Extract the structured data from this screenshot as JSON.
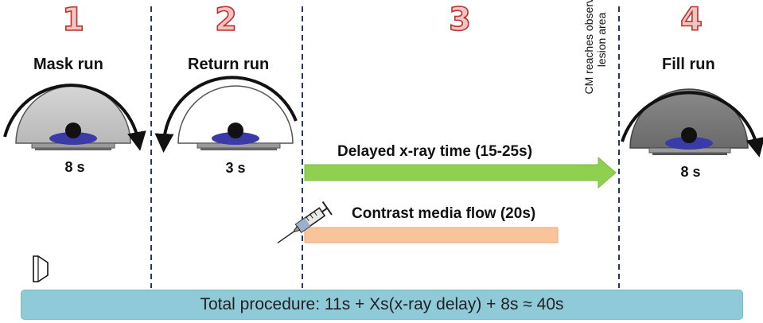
{
  "phases": [
    {
      "number": "1",
      "title": "Mask run",
      "duration": "8 s"
    },
    {
      "number": "2",
      "title": "Return run",
      "duration": "3 s"
    },
    {
      "number": "3"
    },
    {
      "number": "4",
      "title": "Fill run",
      "duration": "8 s"
    }
  ],
  "xray_arrow": {
    "label": "Delayed x-ray time  (15-25s)",
    "color": "#8fd14f"
  },
  "contrast_bar": {
    "label": "Contrast media flow (20s)",
    "color": "#f9c49a"
  },
  "cm_note": {
    "line1": "CM reaches observed",
    "line2": "lesion area"
  },
  "total": {
    "label": "Total procedure: 11s + Xs(x-ray delay) + 8s ≈ 40s",
    "color": "#8fcad8"
  },
  "colors": {
    "divider": "#1f3a6b",
    "number_outline": "#c0302a",
    "patient_body": "#3a3aa8"
  }
}
